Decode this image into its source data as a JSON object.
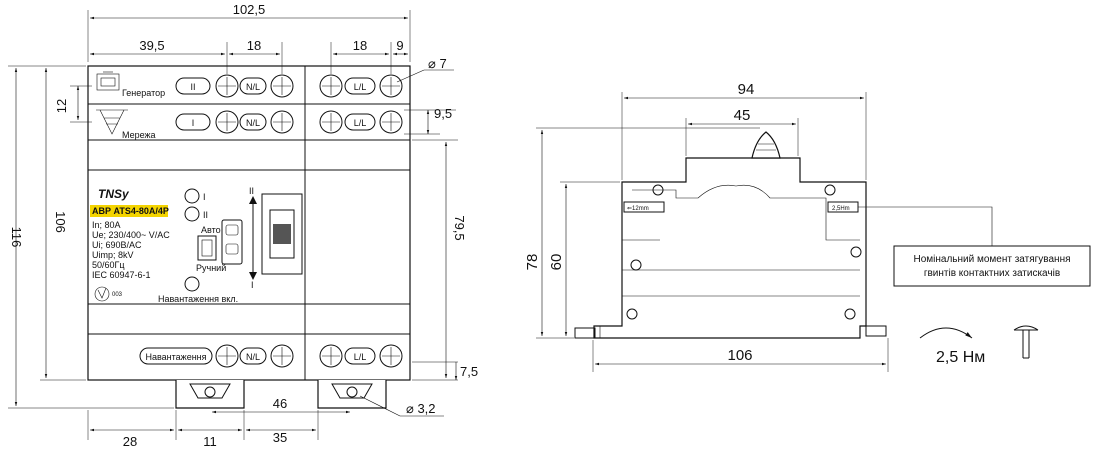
{
  "front_view": {
    "dims": {
      "width_total": "102,5",
      "left_offset": "39,5",
      "pitch_mid": "18",
      "pitch_right": "18",
      "right_edge": "9",
      "hole_dia": "⌀ 7",
      "row_gap_left": "12",
      "row_gap_right": "9,5",
      "height_total": "116",
      "height_body": "106",
      "height_right": "79,5",
      "bottom_step": "7,5",
      "screw_dia": "⌀ 3,2",
      "bottom_28": "28",
      "bottom_11": "11",
      "bottom_46": "46",
      "bottom_35": "35"
    },
    "terminals": {
      "roman_two": "II",
      "roman_one": "I",
      "neutral": "N/L",
      "line": "L/L",
      "load": "Навантаження"
    },
    "sources": {
      "generator": "Генератор",
      "grid": "Мережа"
    },
    "label": {
      "brand": "TNSy",
      "model": "АВР ATS4-80A/4P",
      "specs": [
        "In; 80A",
        "Ue; 230/400~ V/AC",
        "Ui; 690B/AC",
        "Uimp; 8kV",
        "50/60Гц",
        "IEC 60947-6-1"
      ],
      "cert": "003"
    },
    "controls": {
      "ind_one": "I",
      "ind_two": "II",
      "auto": "Авто",
      "manual": "Ручний",
      "load_on": "Навантаження вкл.",
      "handle_top": "II",
      "handle_bottom": "I"
    }
  },
  "side_view": {
    "dims": {
      "depth_94": "94",
      "depth_45": "45",
      "height_78": "78",
      "height_60": "60",
      "width_106": "106"
    },
    "strip_tag": "⇐12mm",
    "torque_tag": "2,5Hm"
  },
  "torque_note": {
    "line1": "Номінальний момент затягування",
    "line2": "гвинтів контактних затискачів",
    "value": "2,5 Нм"
  }
}
